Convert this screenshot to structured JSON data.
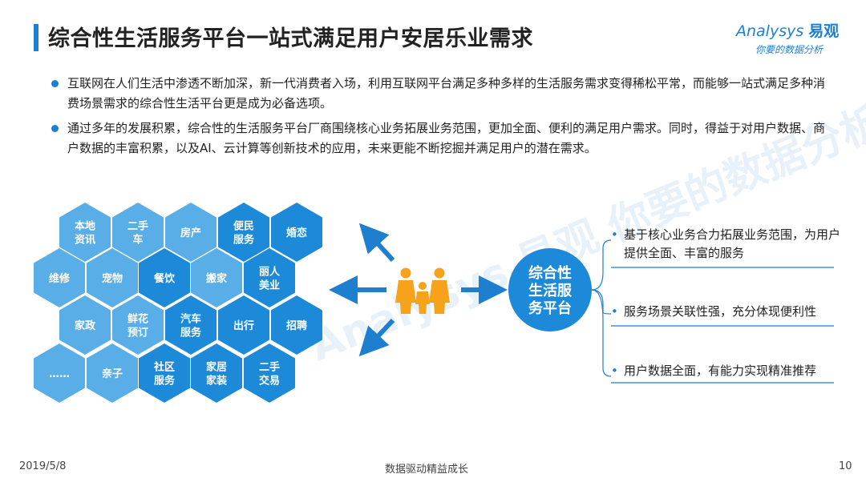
{
  "header": {
    "title": "综合性生活服务平台一站式满足用户安居乐业需求",
    "logo_brand": "Analysys",
    "logo_cn": "易观",
    "logo_slogan": "你要的数据分析"
  },
  "bullets": [
    "互联网在人们生活中渗透不断加深，新一代消费者入场，利用互联网平台满足多种多样的生活服务需求变得稀松平常，而能够一站式满足多种消费场景需求的综合性生活平台更是成为必备选项。",
    "通过多年的发展积累，综合性的生活服务平台厂商围绕核心业务拓展业务范围，更加全面、便利的满足用户需求。同时，得益于对用户数据、商户数据的丰富积累，以及AI、云计算等创新技术的应用，未来更能不断挖掘并满足用户的潜在需求。"
  ],
  "hexagons": [
    {
      "lines": [
        "本地",
        "资讯"
      ]
    },
    {
      "lines": [
        "二手",
        "车"
      ]
    },
    {
      "lines": [
        "房产"
      ]
    },
    {
      "lines": [
        "便民",
        "服务"
      ]
    },
    {
      "lines": [
        "婚恋"
      ]
    },
    {
      "lines": [
        "维修"
      ]
    },
    {
      "lines": [
        "宠物"
      ]
    },
    {
      "lines": [
        "餐饮"
      ]
    },
    {
      "lines": [
        "搬家"
      ]
    },
    {
      "lines": [
        "丽人",
        "美业"
      ]
    },
    {
      "lines": [
        "家政"
      ]
    },
    {
      "lines": [
        "鲜花",
        "预订"
      ]
    },
    {
      "lines": [
        "汽车",
        "服务"
      ]
    },
    {
      "lines": [
        "出行"
      ]
    },
    {
      "lines": [
        "招聘"
      ]
    },
    {
      "lines": [
        "……"
      ]
    },
    {
      "lines": [
        "亲子"
      ]
    },
    {
      "lines": [
        "社区",
        "服务"
      ]
    },
    {
      "lines": [
        "家居",
        "家装"
      ]
    },
    {
      "lines": [
        "二手",
        "交易"
      ]
    }
  ],
  "center_circle": {
    "lines": [
      "综合性",
      "生活服",
      "务平台"
    ]
  },
  "right_items": [
    "基于核心业务合力拓展业务范围，为用户提供全面、丰富的服务",
    "服务场景关联性强，充分体现便利性",
    "用户数据全面，有能力实现精准推荐"
  ],
  "watermark": "Analysys 易观 你要的数据分析",
  "footer": {
    "date": "2019/5/8",
    "center": "数据驱动精益成长",
    "page": "10"
  },
  "colors": {
    "accent": "#1f7fcf",
    "hex_dark": "#1c8ad8",
    "hex_light": "#5aaee8",
    "family": "#f7a21b"
  }
}
